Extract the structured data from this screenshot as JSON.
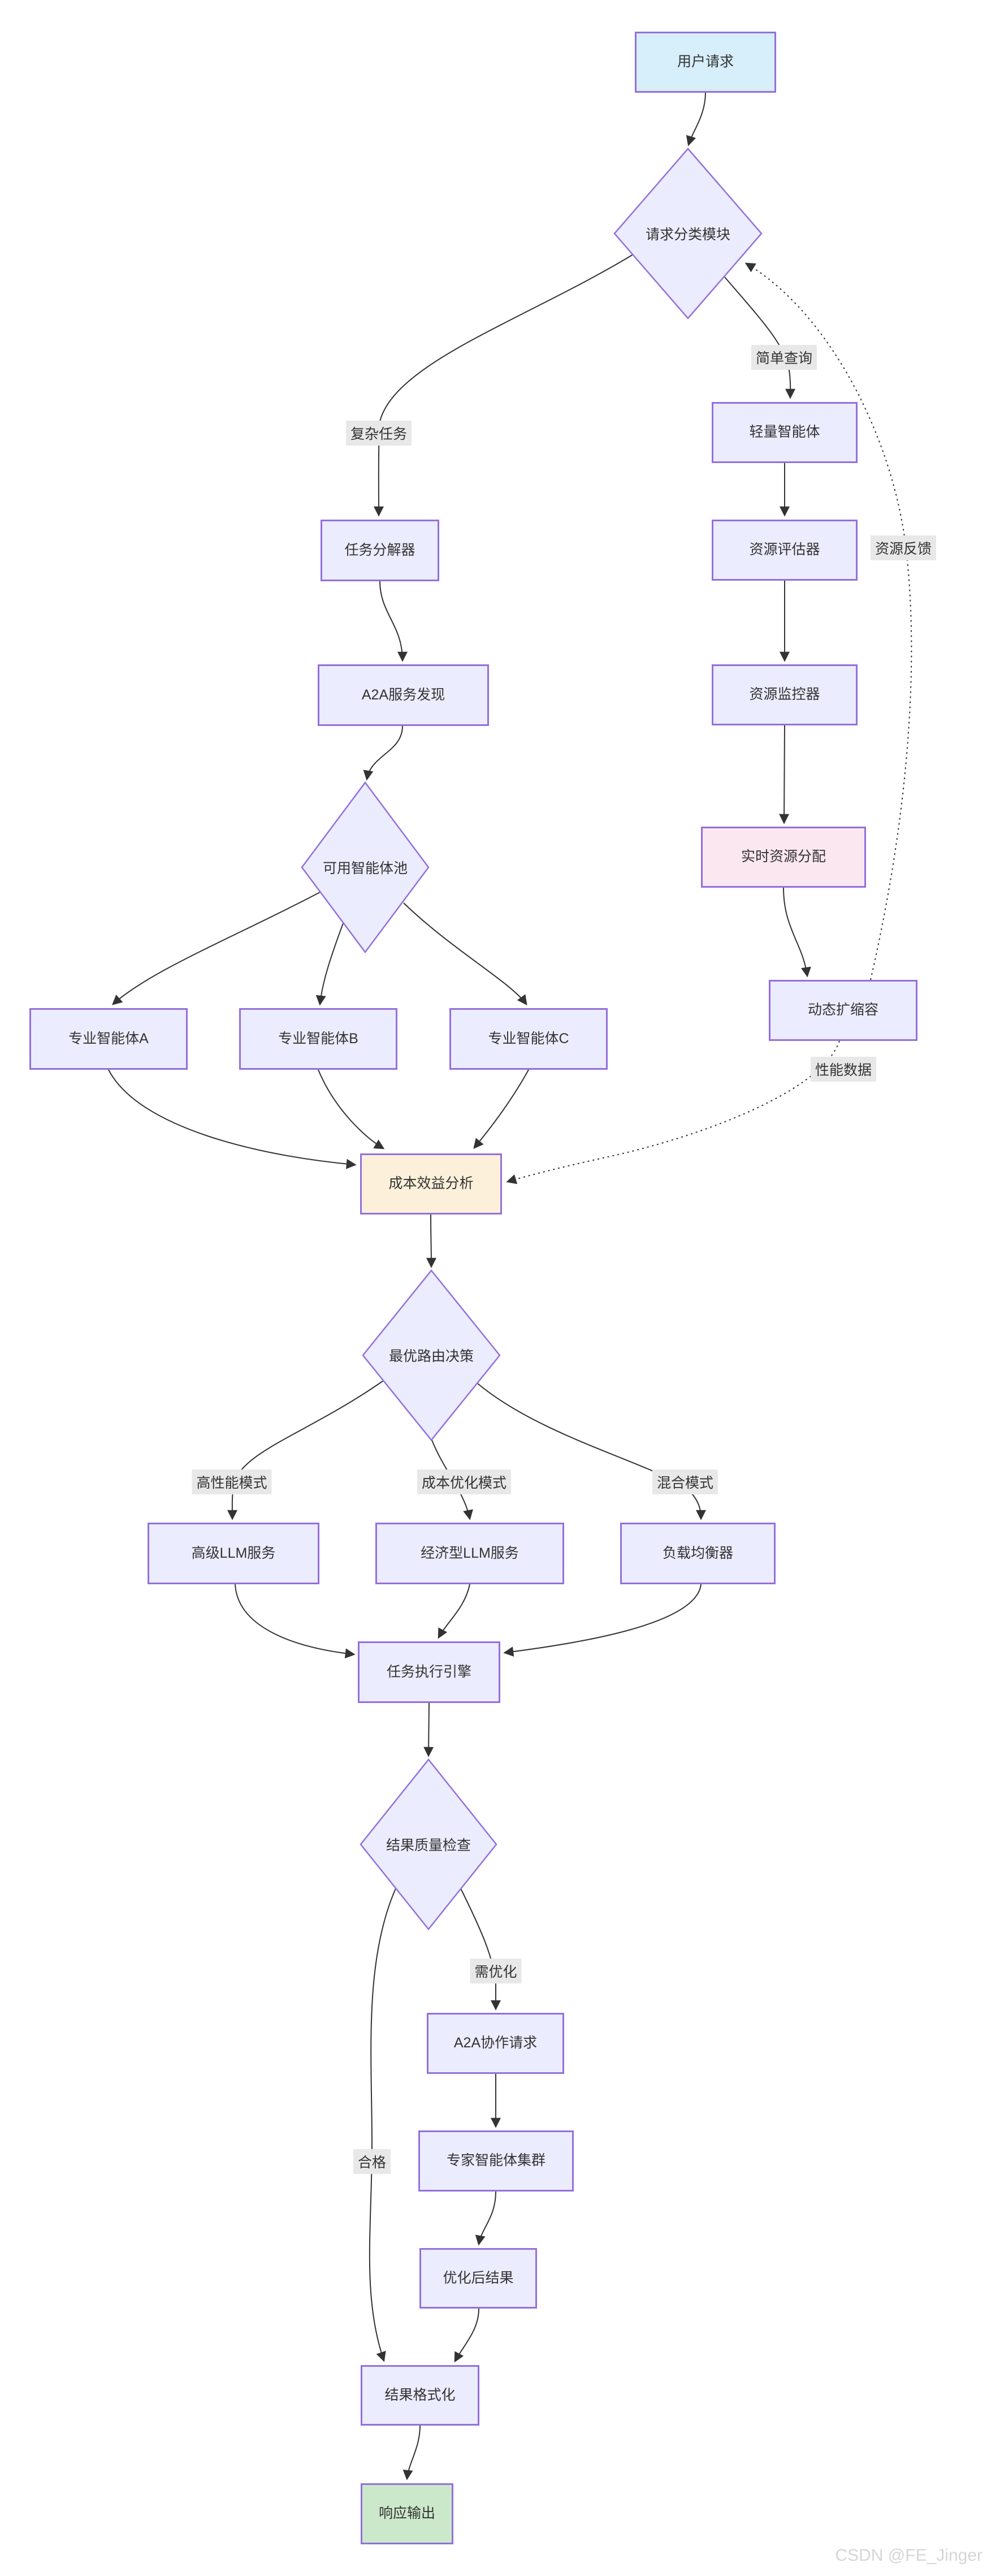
{
  "diagram_type": "flowchart",
  "watermark": "CSDN @FE_Jinger",
  "colors": {
    "bg": "#ffffff",
    "node_fill": "#ECECFF",
    "node_border": "#9370DB",
    "start_fill": "#d7eefb",
    "pink_fill": "#fbe7f0",
    "cream_fill": "#fdf0da",
    "green_fill": "#cce8cb",
    "edge": "#333333",
    "label_bg": "#e8e8e8",
    "text": "#333333",
    "watermark": "#d6d6d6"
  },
  "nodes": {
    "user_request": {
      "label": "用户请求",
      "shape": "rect",
      "color": "blue"
    },
    "request_classifier": {
      "label": "请求分类模块",
      "shape": "diamond",
      "color": "default"
    },
    "task_decomposer": {
      "label": "任务分解器",
      "shape": "rect",
      "color": "default"
    },
    "a2a_discovery": {
      "label": "A2A服务发现",
      "shape": "rect",
      "color": "default"
    },
    "agent_pool": {
      "label": "可用智能体池",
      "shape": "diamond",
      "color": "default"
    },
    "agent_a": {
      "label": "专业智能体A",
      "shape": "rect",
      "color": "default"
    },
    "agent_b": {
      "label": "专业智能体B",
      "shape": "rect",
      "color": "default"
    },
    "agent_c": {
      "label": "专业智能体C",
      "shape": "rect",
      "color": "default"
    },
    "lightweight_agent": {
      "label": "轻量智能体",
      "shape": "rect",
      "color": "default"
    },
    "resource_evaluator": {
      "label": "资源评估器",
      "shape": "rect",
      "color": "default"
    },
    "resource_monitor": {
      "label": "资源监控器",
      "shape": "rect",
      "color": "default"
    },
    "realtime_alloc": {
      "label": "实时资源分配",
      "shape": "rect",
      "color": "pink"
    },
    "dynamic_scaling": {
      "label": "动态扩缩容",
      "shape": "rect",
      "color": "default"
    },
    "cost_benefit": {
      "label": "成本效益分析",
      "shape": "rect",
      "color": "cream"
    },
    "routing_decision": {
      "label": "最优路由决策",
      "shape": "diamond",
      "color": "default"
    },
    "premium_llm": {
      "label": "高级LLM服务",
      "shape": "rect",
      "color": "default"
    },
    "economy_llm": {
      "label": "经济型LLM服务",
      "shape": "rect",
      "color": "default"
    },
    "load_balancer": {
      "label": "负载均衡器",
      "shape": "rect",
      "color": "default"
    },
    "exec_engine": {
      "label": "任务执行引擎",
      "shape": "rect",
      "color": "default"
    },
    "quality_check": {
      "label": "结果质量检查",
      "shape": "diamond",
      "color": "default"
    },
    "a2a_collab": {
      "label": "A2A协作请求",
      "shape": "rect",
      "color": "default"
    },
    "expert_cluster": {
      "label": "专家智能体集群",
      "shape": "rect",
      "color": "default"
    },
    "optimized_result": {
      "label": "优化后结果",
      "shape": "rect",
      "color": "default"
    },
    "result_format": {
      "label": "结果格式化",
      "shape": "rect",
      "color": "default"
    },
    "response_output": {
      "label": "响应输出",
      "shape": "rect",
      "color": "green"
    }
  },
  "edge_labels": {
    "complex_task": "复杂任务",
    "simple_query": "简单查询",
    "resource_feedback": "资源反馈",
    "performance_data": "性能数据",
    "high_performance": "高性能模式",
    "cost_optimized": "成本优化模式",
    "hybrid": "混合模式",
    "needs_optimization": "需优化",
    "qualified": "合格"
  },
  "edges": [
    {
      "from": "用户请求",
      "to": "请求分类模块"
    },
    {
      "from": "请求分类模块",
      "to": "任务分解器",
      "label": "复杂任务"
    },
    {
      "from": "请求分类模块",
      "to": "轻量智能体",
      "label": "简单查询"
    },
    {
      "from": "任务分解器",
      "to": "A2A服务发现"
    },
    {
      "from": "A2A服务发现",
      "to": "可用智能体池"
    },
    {
      "from": "可用智能体池",
      "to": "专业智能体A"
    },
    {
      "from": "可用智能体池",
      "to": "专业智能体B"
    },
    {
      "from": "可用智能体池",
      "to": "专业智能体C"
    },
    {
      "from": "轻量智能体",
      "to": "资源评估器"
    },
    {
      "from": "资源评估器",
      "to": "资源监控器"
    },
    {
      "from": "资源监控器",
      "to": "实时资源分配"
    },
    {
      "from": "实时资源分配",
      "to": "动态扩缩容"
    },
    {
      "from": "动态扩缩容",
      "to": "请求分类模块",
      "label": "资源反馈",
      "style": "dotted"
    },
    {
      "from": "动态扩缩容",
      "to": "成本效益分析",
      "label": "性能数据",
      "style": "dotted"
    },
    {
      "from": "专业智能体A",
      "to": "成本效益分析"
    },
    {
      "from": "专业智能体B",
      "to": "成本效益分析"
    },
    {
      "from": "专业智能体C",
      "to": "成本效益分析"
    },
    {
      "from": "成本效益分析",
      "to": "最优路由决策"
    },
    {
      "from": "最优路由决策",
      "to": "高级LLM服务",
      "label": "高性能模式"
    },
    {
      "from": "最优路由决策",
      "to": "经济型LLM服务",
      "label": "成本优化模式"
    },
    {
      "from": "最优路由决策",
      "to": "负载均衡器",
      "label": "混合模式"
    },
    {
      "from": "高级LLM服务",
      "to": "任务执行引擎"
    },
    {
      "from": "经济型LLM服务",
      "to": "任务执行引擎"
    },
    {
      "from": "负载均衡器",
      "to": "任务执行引擎"
    },
    {
      "from": "任务执行引擎",
      "to": "结果质量检查"
    },
    {
      "from": "结果质量检查",
      "to": "A2A协作请求",
      "label": "需优化"
    },
    {
      "from": "A2A协作请求",
      "to": "专家智能体集群"
    },
    {
      "from": "专家智能体集群",
      "to": "优化后结果"
    },
    {
      "from": "优化后结果",
      "to": "结果格式化"
    },
    {
      "from": "结果质量检查",
      "to": "结果格式化",
      "label": "合格"
    },
    {
      "from": "结果格式化",
      "to": "响应输出"
    }
  ]
}
